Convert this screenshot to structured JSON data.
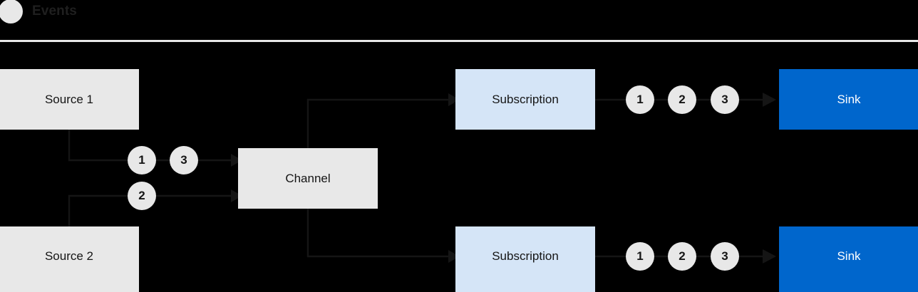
{
  "legend": {
    "dot_icon": "event-dot-icon",
    "label": "Events",
    "dot_color": "#e8e8e8",
    "divider_color": "#e8e8e8"
  },
  "colors": {
    "background": "#000000",
    "source_fill": "#e8e8e8",
    "channel_fill": "#e8e8e8",
    "subscription_fill": "#d5e5f7",
    "sink_fill": "#0066cc",
    "sink_text": "#ffffff",
    "node_text": "#151515",
    "wire": "#151515",
    "badge_fill": "#e8e8e8"
  },
  "nodes": {
    "source_1": {
      "label": "Source 1"
    },
    "source_2": {
      "label": "Source 2"
    },
    "channel": {
      "label": "Channel"
    },
    "subscription_top": {
      "label": "Subscription"
    },
    "subscription_bottom": {
      "label": "Subscription"
    },
    "sink_top": {
      "label": "Sink"
    },
    "sink_bottom": {
      "label": "Sink"
    }
  },
  "badges": {
    "ingress_top_a": "1",
    "ingress_top_b": "3",
    "ingress_bottom": "2",
    "egress_top": [
      "1",
      "2",
      "3"
    ],
    "egress_bottom": [
      "1",
      "2",
      "3"
    ]
  },
  "chart_data": {
    "type": "diagram",
    "title": "Events",
    "nodes": [
      {
        "id": "source-1",
        "label": "Source 1",
        "kind": "source",
        "fill": "#e8e8e8"
      },
      {
        "id": "source-2",
        "label": "Source 2",
        "kind": "source",
        "fill": "#e8e8e8"
      },
      {
        "id": "channel",
        "label": "Channel",
        "kind": "channel",
        "fill": "#e8e8e8"
      },
      {
        "id": "subscription-top",
        "label": "Subscription",
        "kind": "subscription",
        "fill": "#d5e5f7"
      },
      {
        "id": "subscription-bottom",
        "label": "Subscription",
        "kind": "subscription",
        "fill": "#d5e5f7"
      },
      {
        "id": "sink-top",
        "label": "Sink",
        "kind": "sink",
        "fill": "#0066cc"
      },
      {
        "id": "sink-bottom",
        "label": "Sink",
        "kind": "sink",
        "fill": "#0066cc"
      }
    ],
    "edges": [
      {
        "from": "source-1",
        "to": "channel",
        "events": [
          "1",
          "3"
        ]
      },
      {
        "from": "source-2",
        "to": "channel",
        "events": [
          "2"
        ]
      },
      {
        "from": "channel",
        "to": "subscription-top",
        "events": []
      },
      {
        "from": "channel",
        "to": "subscription-bottom",
        "events": []
      },
      {
        "from": "subscription-top",
        "to": "sink-top",
        "events": [
          "1",
          "2",
          "3"
        ]
      },
      {
        "from": "subscription-bottom",
        "to": "sink-bottom",
        "events": [
          "1",
          "2",
          "3"
        ]
      }
    ]
  }
}
